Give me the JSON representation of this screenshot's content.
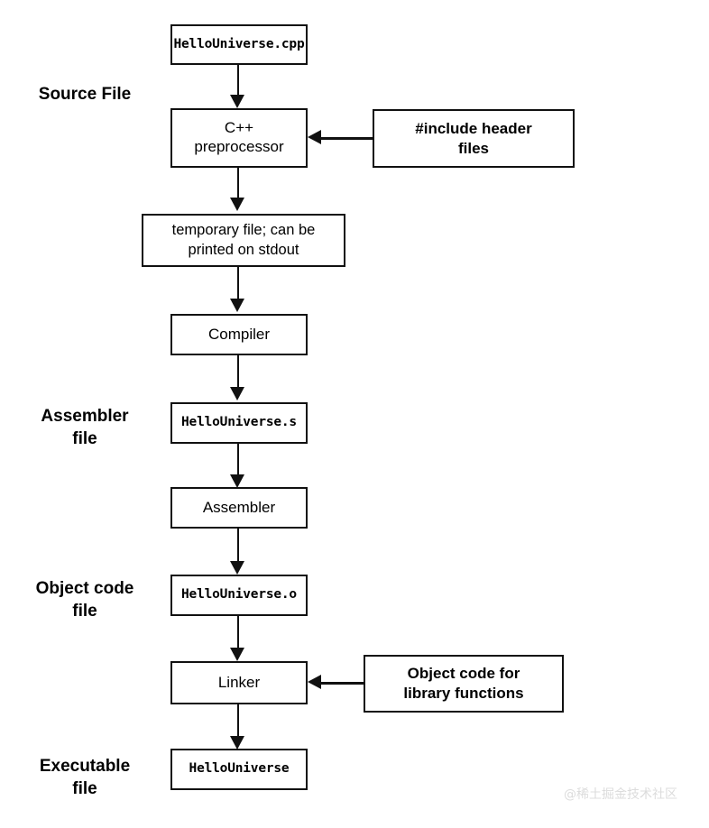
{
  "diagram": {
    "title": "C++ compilation pipeline",
    "colors": {
      "stroke": "#111111",
      "background": "#ffffff",
      "text": "#000000",
      "watermark": "#dcdcdc"
    },
    "stage_labels": [
      {
        "id": "source-file",
        "text": "Source File"
      },
      {
        "id": "assembler-file",
        "text": "Assembler\nfile"
      },
      {
        "id": "object-code-file",
        "text": "Object code\nfile"
      },
      {
        "id": "executable-file",
        "text": "Executable\nfile"
      }
    ],
    "nodes": [
      {
        "id": "hellouniverse-cpp",
        "label": "HelloUniverse.cpp",
        "kind": "file"
      },
      {
        "id": "cpp-preprocessor",
        "label": "C++\npreprocessor",
        "kind": "process"
      },
      {
        "id": "temporary-file",
        "label": "temporary file; can be\nprinted on stdout",
        "kind": "note"
      },
      {
        "id": "compiler",
        "label": "Compiler",
        "kind": "process"
      },
      {
        "id": "hellouniverse-s",
        "label": "HelloUniverse.s",
        "kind": "file"
      },
      {
        "id": "assembler",
        "label": "Assembler",
        "kind": "process"
      },
      {
        "id": "hellouniverse-o",
        "label": "HelloUniverse.o",
        "kind": "file"
      },
      {
        "id": "linker",
        "label": "Linker",
        "kind": "process"
      },
      {
        "id": "hellouniverse",
        "label": "HelloUniverse",
        "kind": "file"
      }
    ],
    "side_inputs": [
      {
        "id": "include-header-files",
        "label": "#include header\nfiles",
        "target": "cpp-preprocessor"
      },
      {
        "id": "object-code-for-library",
        "label": "Object code for\nlibrary functions",
        "target": "linker"
      }
    ],
    "watermark": "@稀土掘金技术社区"
  }
}
